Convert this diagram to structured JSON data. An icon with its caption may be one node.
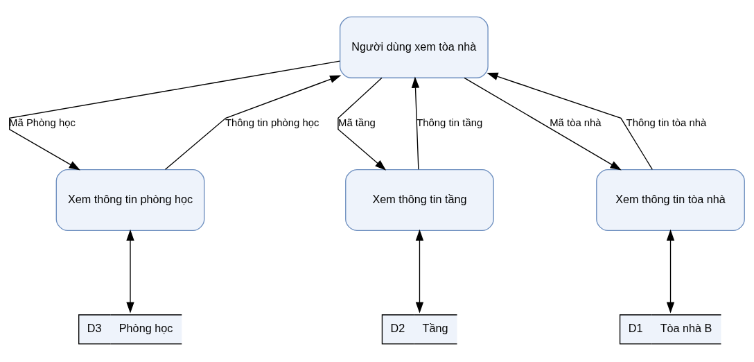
{
  "diagram": {
    "nodes": [
      {
        "text": [
          "Người dùng xem tòa nhà"
        ]
      },
      {
        "text": [
          "Xem thông tin phòng học"
        ]
      },
      {
        "text": [
          "Xem thông tin tầng"
        ]
      },
      {
        "text": [
          "Xem thông tin tòa nhà"
        ]
      },
      {
        "text": [
          "D3",
          "Phòng học"
        ]
      },
      {
        "text": [
          "D2",
          "Tầng"
        ]
      },
      {
        "text": [
          "D1",
          "Tòa nhà B"
        ]
      }
    ],
    "edges": [
      {
        "from": 0,
        "to": 1,
        "arrow": "to",
        "label": "Mã Phòng học"
      },
      {
        "from": 1,
        "to": 0,
        "arrow": "to",
        "label": "Thông tin phòng học"
      },
      {
        "from": 0,
        "to": 2,
        "arrow": "to",
        "label": "Mã tầng"
      },
      {
        "from": 2,
        "to": 0,
        "arrow": "to",
        "label": "Thông tin tầng"
      },
      {
        "from": 0,
        "to": 3,
        "arrow": "to",
        "label": "Mã tòa nhà"
      },
      {
        "from": 3,
        "to": 0,
        "arrow": "to",
        "label": "Thông tin tòa nhà"
      },
      {
        "from": 1,
        "to": 4,
        "arrow": "both"
      },
      {
        "from": 2,
        "to": 5,
        "arrow": "both"
      },
      {
        "from": 3,
        "to": 6,
        "arrow": "both"
      }
    ]
  }
}
